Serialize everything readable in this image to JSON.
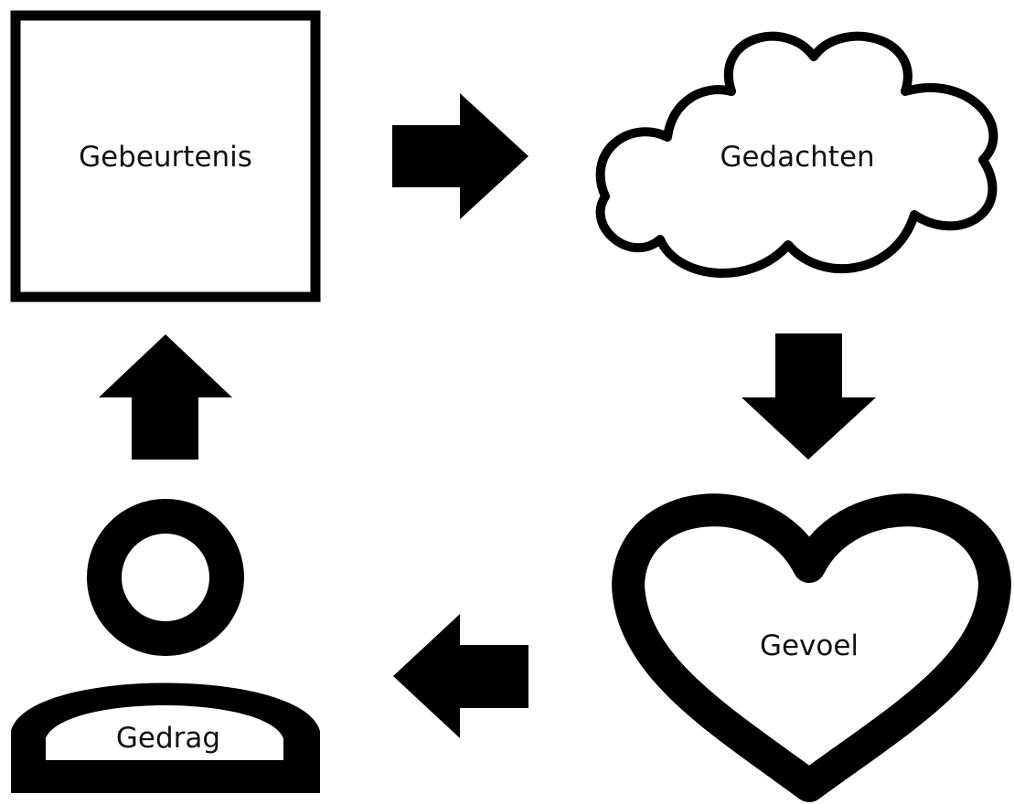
{
  "nodes": {
    "event": {
      "label": "Gebeurtenis",
      "icon": "square-icon"
    },
    "thoughts": {
      "label": "Gedachten",
      "icon": "cloud-icon"
    },
    "feeling": {
      "label": "Gevoel",
      "icon": "heart-icon"
    },
    "behavior": {
      "label": "Gedrag",
      "icon": "person-icon"
    }
  },
  "arrows": [
    {
      "from": "event",
      "to": "thoughts",
      "direction": "right"
    },
    {
      "from": "thoughts",
      "to": "feeling",
      "direction": "down"
    },
    {
      "from": "feeling",
      "to": "behavior",
      "direction": "left"
    },
    {
      "from": "behavior",
      "to": "event",
      "direction": "up"
    }
  ],
  "colors": {
    "stroke": "#000000",
    "fill": "#ffffff",
    "text": "#111111"
  }
}
